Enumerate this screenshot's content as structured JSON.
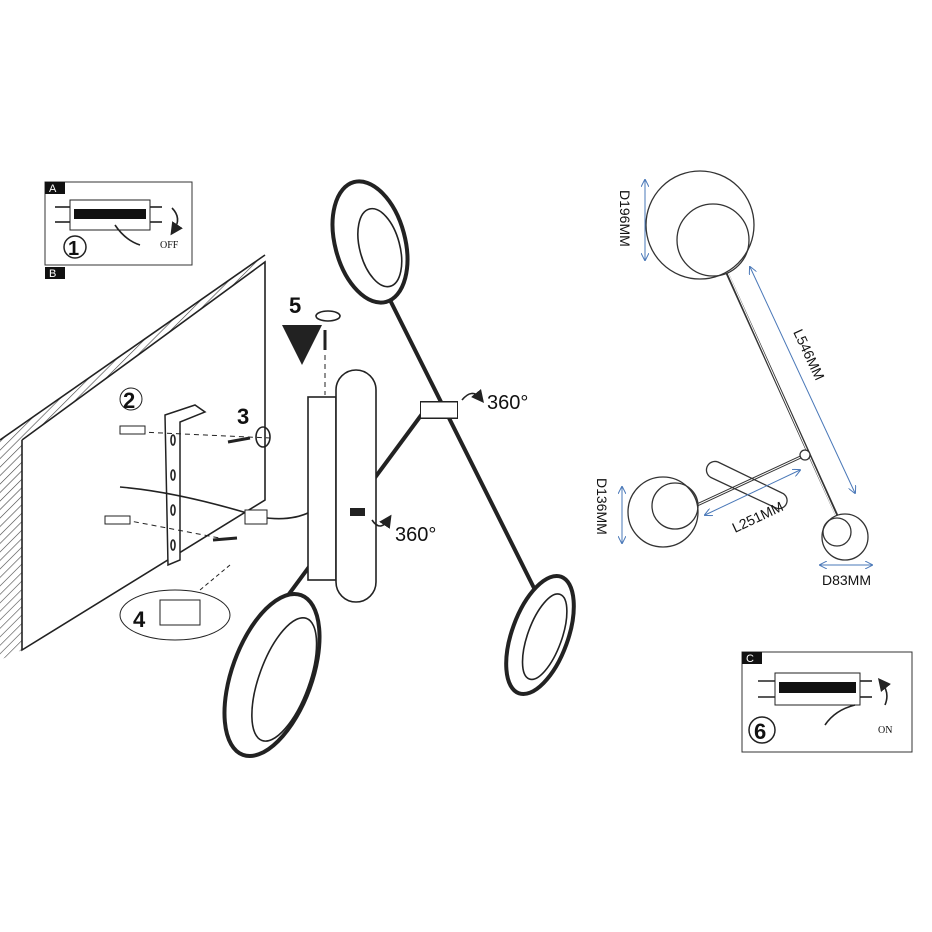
{
  "panels": {
    "a": {
      "label": "A",
      "step": "1",
      "state": "OFF"
    },
    "b": {
      "label": "B"
    },
    "c": {
      "label": "C",
      "step": "6",
      "state": "ON"
    }
  },
  "steps": {
    "s2": "2",
    "s3": "3",
    "s4": "4",
    "s5": "5"
  },
  "rotation": {
    "upper": "360°",
    "lower": "360°"
  },
  "dimensions": {
    "large_diameter": "D196MM",
    "long_arm": "L546MM",
    "short_arm": "L251MM",
    "medium_diameter": "D136MM",
    "small_diameter": "D83MM"
  },
  "colors": {
    "dimension_line": "#4a78b8",
    "line": "#222222"
  }
}
